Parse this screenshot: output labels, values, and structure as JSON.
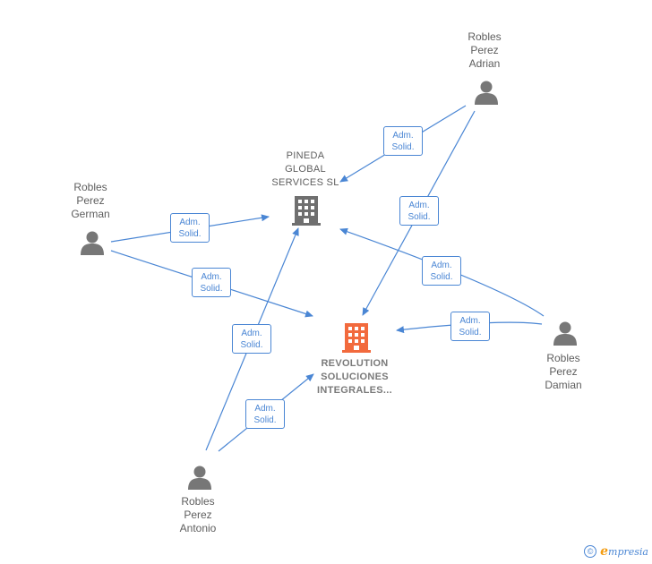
{
  "companies": {
    "pineda": {
      "label": "PINEDA\nGLOBAL\nSERVICES  SL",
      "color": "#6f6f6f"
    },
    "revolution": {
      "label": "REVOLUTION\nSOLUCIONES\nINTEGRALES...",
      "color": "#f26a3d"
    }
  },
  "persons": {
    "adrian": {
      "label": "Robles\nPerez\nAdrian"
    },
    "german": {
      "label": "Robles\nPerez\nGerman"
    },
    "damian": {
      "label": "Robles\nPerez\nDamian"
    },
    "antonio": {
      "label": "Robles\nPerez\nAntonio"
    }
  },
  "relations": [
    {
      "id": "adrian-pineda",
      "line1": "Adm.",
      "line2": "Solid."
    },
    {
      "id": "adrian-revolution",
      "line1": "Adm.",
      "line2": "Solid."
    },
    {
      "id": "german-pineda",
      "line1": "Adm.",
      "line2": "Solid."
    },
    {
      "id": "german-revolution",
      "line1": "Adm.",
      "line2": "Solid."
    },
    {
      "id": "damian-pineda",
      "line1": "Adm.",
      "line2": "Solid."
    },
    {
      "id": "damian-revolution",
      "line1": "Adm.",
      "line2": "Solid."
    },
    {
      "id": "antonio-pineda",
      "line1": "Adm.",
      "line2": "Solid."
    },
    {
      "id": "antonio-revolution",
      "line1": "Adm.",
      "line2": "Solid."
    }
  ],
  "colors": {
    "edge": "#4a86d4",
    "person_icon": "#777777"
  },
  "footer": {
    "copyright": "©",
    "brand_initial": "e",
    "brand_rest": "mpresia"
  }
}
